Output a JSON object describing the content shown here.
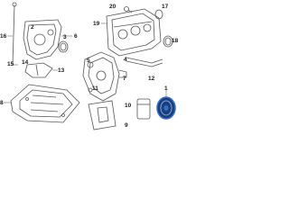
{
  "callouts": {
    "c1": "1",
    "c2": "2",
    "c3": "3",
    "c4": "4",
    "c5": "5",
    "c6": "6",
    "c7": "7",
    "c8": "8",
    "c9": "9",
    "c10": "10",
    "c11": "11",
    "c12": "12",
    "c13": "13",
    "c14": "14",
    "c15": "15",
    "c16": "16",
    "c17": "17",
    "c18": "18",
    "c19": "19",
    "c20": "20"
  },
  "colors": {
    "line": "#555555",
    "highlight": "#2a6fdb",
    "highlight_fill": "#1f3e73"
  },
  "icons": {
    "part_1": "crankshaft-pulley-icon",
    "part_15": "dipstick-icon"
  }
}
